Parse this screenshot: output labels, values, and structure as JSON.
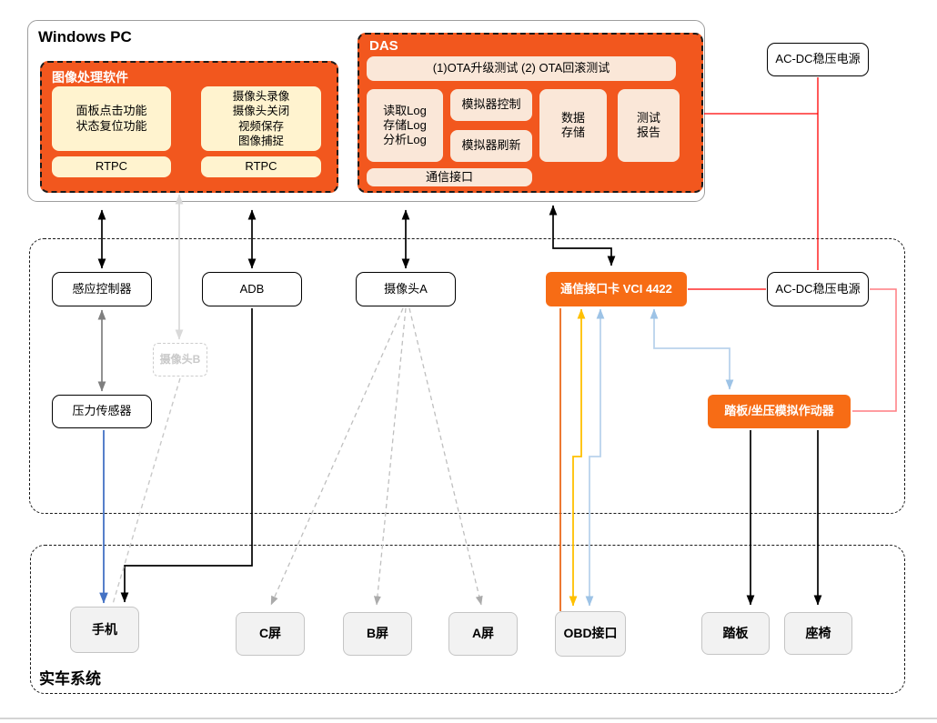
{
  "windows_pc": {
    "title": "Windows PC"
  },
  "image_software": {
    "title": "图像处理软件",
    "panel_function": {
      "lines": [
        "面板点击功能",
        "状态复位功能"
      ]
    },
    "camera_function": {
      "lines": [
        "摄像头录像",
        "摄像头关闭",
        "视频保存",
        "图像捕捉"
      ]
    },
    "rtpc_left": "RTPC",
    "rtpc_right": "RTPC"
  },
  "das": {
    "title": "DAS",
    "ota_bar": "(1)OTA升级测试  (2) OTA回滚测试",
    "log_box": {
      "lines": [
        "读取Log",
        "存储Log",
        "分析Log"
      ]
    },
    "sim_control": "模拟器控制",
    "sim_refresh": "模拟器刷新",
    "data_store": {
      "lines": [
        "数据",
        "存储"
      ]
    },
    "test_report": {
      "lines": [
        "测试",
        "报告"
      ]
    },
    "comm_interface": "通信接口"
  },
  "power": {
    "acdc_top": "AC-DC稳压电源",
    "acdc_mid": "AC-DC稳压电源"
  },
  "bench": {
    "sensor_controller": "感应控制器",
    "adb": "ADB",
    "camera_a": "摄像头A",
    "camera_b": "摄像头B",
    "vci_card": "通信接口卡 VCI 4422",
    "pressure_sensor": "压力传感器",
    "pedal_actuator": "踏板/坐压模拟作动器"
  },
  "vehicle": {
    "label": "实车系统",
    "phone": "手机",
    "screen_c": "C屏",
    "screen_b": "B屏",
    "screen_a": "A屏",
    "obd": "OBD接口",
    "pedal": "踏板",
    "seat": "座椅"
  },
  "colors": {
    "orange_panel": "#f2571e",
    "orange_node": "#f76c15",
    "cream": "#fff3cf",
    "peach": "#fae7d8",
    "red_wire": "#ff0000",
    "salmon_wire": "#ff7c80",
    "yellow_wire": "#ffc000",
    "lightblue_wire": "#9dc3e6",
    "blue_wire": "#4472c4",
    "gray_wire": "#7f7f7f",
    "lightgray_wire": "#d9d9d9",
    "dashed_gray": "#bfbfbf"
  }
}
